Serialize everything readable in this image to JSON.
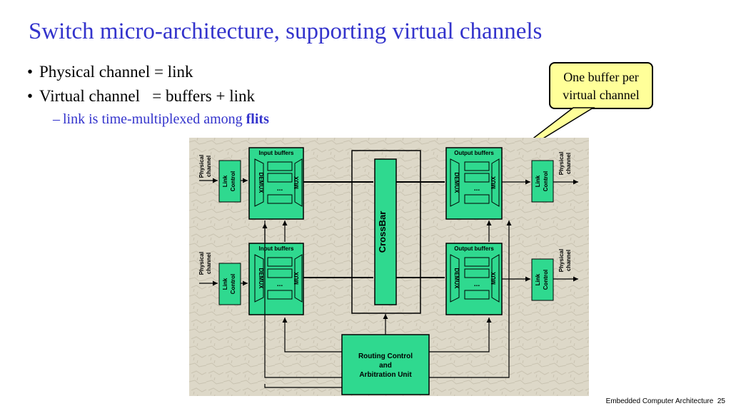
{
  "title": "Switch micro-architecture, supporting virtual channels",
  "bullets": [
    {
      "symbol": "•",
      "text": "Physical channel = link"
    },
    {
      "symbol": "•",
      "text": "Virtual channel   = buffers + link"
    }
  ],
  "sub_bullet": {
    "dash": "–",
    "text": "link is time-multiplexed among ",
    "bold": "flits"
  },
  "callout": {
    "line1": "One buffer per",
    "line2": "virtual channel"
  },
  "diagram": {
    "input_buffers": "Input buffers",
    "output_buffers": "Output buffers",
    "demux": "DEMUX",
    "mux": "MUX",
    "dots": "...",
    "link_control": [
      "Link",
      "Control"
    ],
    "physical_channel": [
      "Physical",
      "channel"
    ],
    "crossbar": "CrossBar",
    "routing": [
      "Routing Control",
      "and",
      "Arbitration Unit"
    ]
  },
  "footer": {
    "text": "Embedded Computer Architecture",
    "page": "25"
  },
  "colors": {
    "title": "#3333cc",
    "callout_bg": "#ffff99",
    "block": "#2fd98f",
    "figure_bg": "#ddd8c8"
  }
}
